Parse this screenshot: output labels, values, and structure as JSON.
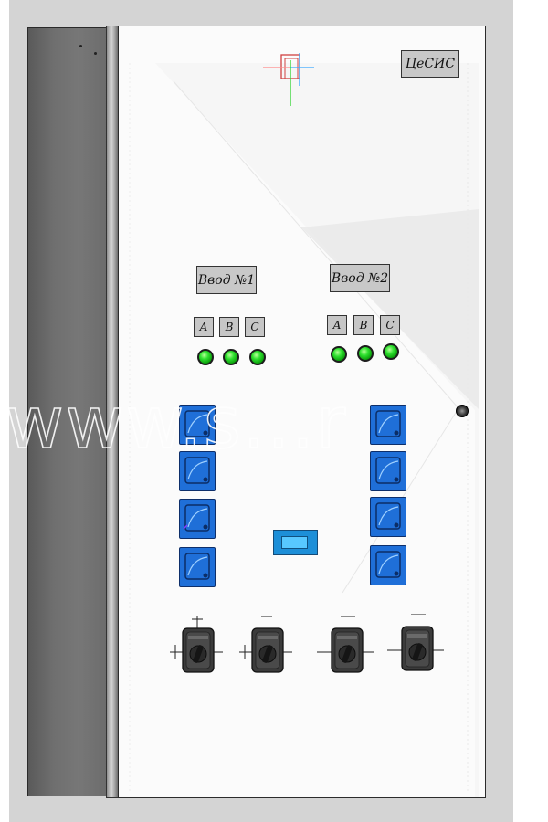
{
  "brand_plate": {
    "label": "ЦеСИС"
  },
  "inputs": [
    {
      "label": "Ввод №1",
      "phases": [
        "А",
        "В",
        "С"
      ]
    },
    {
      "label": "Ввод №2",
      "phases": [
        "А",
        "В",
        "С"
      ]
    }
  ],
  "watermark": "www.s...r",
  "colors": {
    "meter_blue": "#1f6fd8",
    "lamp_green": "#2fe12f",
    "plate_gray": "#c8c8c8",
    "display_blue": "#1d8fd8"
  },
  "icons": [
    "coordinate-axis-icon",
    "signal-lamp-icon",
    "panel-meter-icon",
    "rotary-switch-icon",
    "door-lock-icon"
  ]
}
